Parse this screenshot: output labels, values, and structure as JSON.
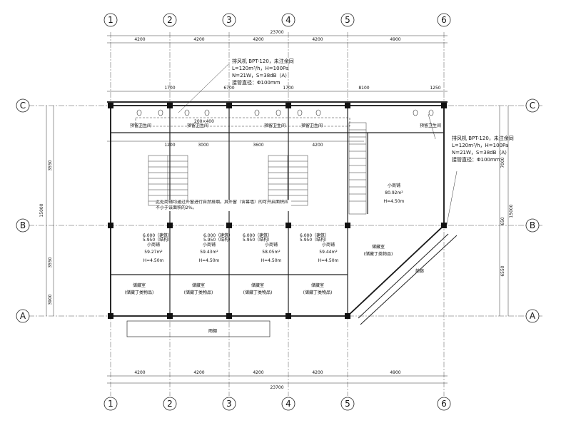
{
  "grid": {
    "columns": [
      "1",
      "2",
      "3",
      "4",
      "5",
      "6"
    ],
    "rows": [
      "C",
      "B",
      "A"
    ]
  },
  "dimensions": {
    "top_spans": [
      "4200",
      "4200",
      "4200",
      "4200",
      "4900"
    ],
    "top_total": "23700",
    "bottom_spans": [
      "4200",
      "4200",
      "4200",
      "4200",
      "4900"
    ],
    "bottom_total": "23700",
    "left_total": "15000",
    "left_segments": [
      "3550",
      "3550",
      "3900"
    ],
    "right_segments": [
      "7000",
      "650",
      "6550",
      "15000"
    ],
    "inner_top": [
      "1700",
      "6700",
      "1700",
      "8100",
      "1250"
    ],
    "inner_mid": [
      "1200",
      "3000",
      "3600",
      "4200"
    ]
  },
  "fan_note_top": {
    "title": "排风机 BPT-120，未注余同",
    "line1": "L=120m³/h，H=100Pa",
    "line2": "N=21W，S=38dB（A）",
    "line3": "接管直径：Φ100mm"
  },
  "fan_note_right": {
    "title": "排风机 BPT-120，未注余同",
    "line1": "L=120m³/h，H=100Pa",
    "line2": "N=21W，S=38dB（A）",
    "line3": "接管直径：Φ100mm"
  },
  "rooms": {
    "wc": [
      "预留卫生间",
      "预留卫生间",
      "预留卫生间",
      "预留卫生间",
      "预留卫生间"
    ],
    "shop": [
      {
        "name": "小商铺",
        "area": "59.27m²",
        "h": "H=4.50m"
      },
      {
        "name": "小商铺",
        "area": "59.43m²",
        "h": "H=4.50m"
      },
      {
        "name": "小商铺",
        "area": "58.05m²",
        "h": "H=4.50m"
      },
      {
        "name": "小商铺",
        "area": "59.44m²",
        "h": "H=4.50m"
      },
      {
        "name": "小商铺",
        "area": "80.92m²",
        "h": "H=4.50m"
      }
    ],
    "storage": [
      "储藏室",
      "储藏室",
      "储藏室",
      "储藏室",
      "储藏室"
    ],
    "storage_sub": "(储藏丁类物品)",
    "corridor": "前廊",
    "rain": "雨棚"
  },
  "notes": {
    "smoke": "此处商铺均通过外窗进行自然排烟。其外窗（含幕墙）的可开启面积应不小于该面积的2%。",
    "elev": "6.000（建筑）",
    "elev2": "5.950（结构）"
  },
  "duct_label": "200×400"
}
